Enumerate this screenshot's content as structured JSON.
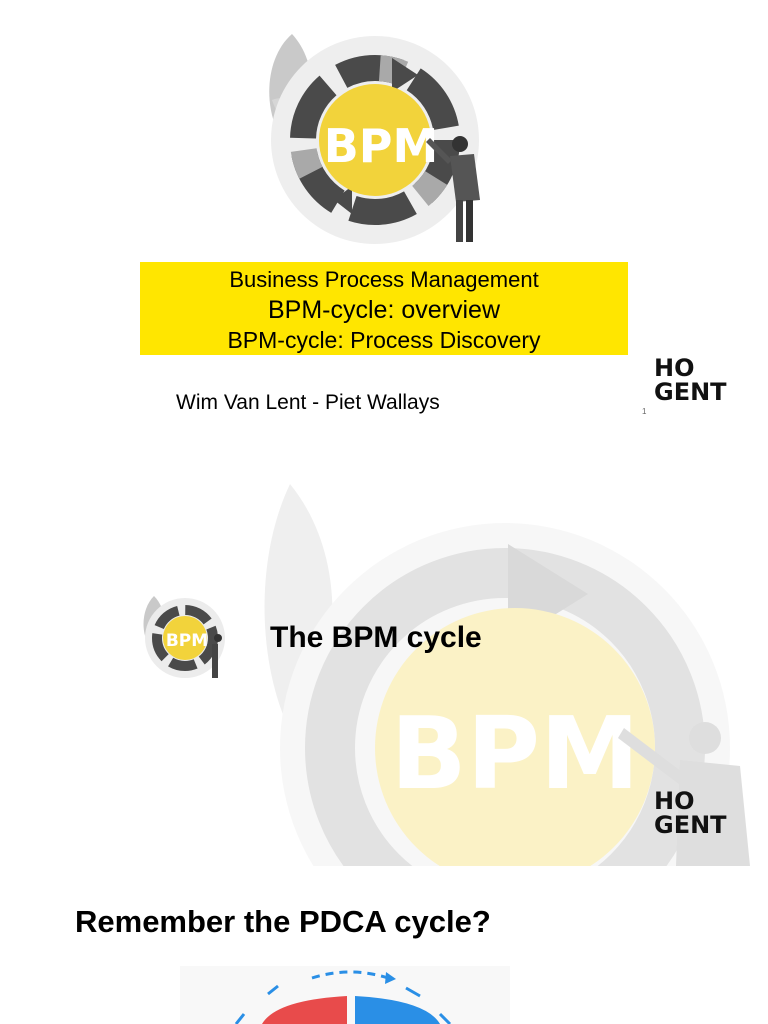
{
  "slide1": {
    "hero_text": "BPM",
    "title_lines": [
      "Business Process Management",
      "BPM-cycle: overview",
      "BPM-cycle: Process Discovery"
    ],
    "authors": "Wim Van Lent - Piet Wallays",
    "page_number": "1",
    "logo": [
      "HO",
      "GENT"
    ]
  },
  "slide2": {
    "title": "The BPM cycle",
    "hero_text": "BPM",
    "small_badge_text": "BPM",
    "logo": [
      "HO",
      "GENT"
    ]
  },
  "slide3": {
    "title": "Remember the PDCA cycle?"
  },
  "colors": {
    "accent_yellow": "#ffe600",
    "bpm_yellow": "#f2d33b",
    "ring_dark": "#4a4a4a",
    "ring_light": "#bdbdbd",
    "pdca_red": "#e84b4b",
    "pdca_blue": "#2a8fe6"
  }
}
